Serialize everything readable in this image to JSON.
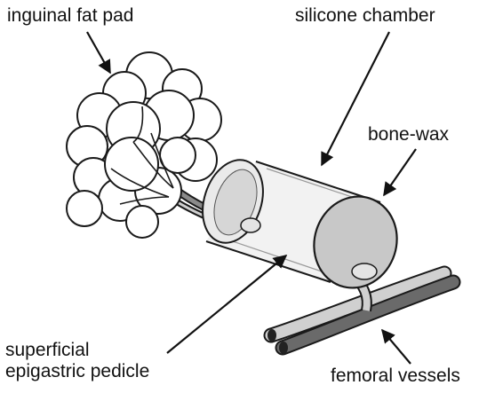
{
  "labels": {
    "inguinal_fat_pad": "inguinal fat pad",
    "silicone_chamber": "silicone chamber",
    "bone_wax": "bone-wax",
    "pedicle_line1": "superficial",
    "pedicle_line2": "epigastric pedicle",
    "femoral_vessels": "femoral vessels"
  },
  "colors": {
    "text": "#111111",
    "outline": "#1a1a1a",
    "chamber_body": "#f0f0f0",
    "bone_wax": "#c8c8c8",
    "vessel_dark": "#6a6a6a",
    "vessel_light": "#d0d0d0"
  }
}
